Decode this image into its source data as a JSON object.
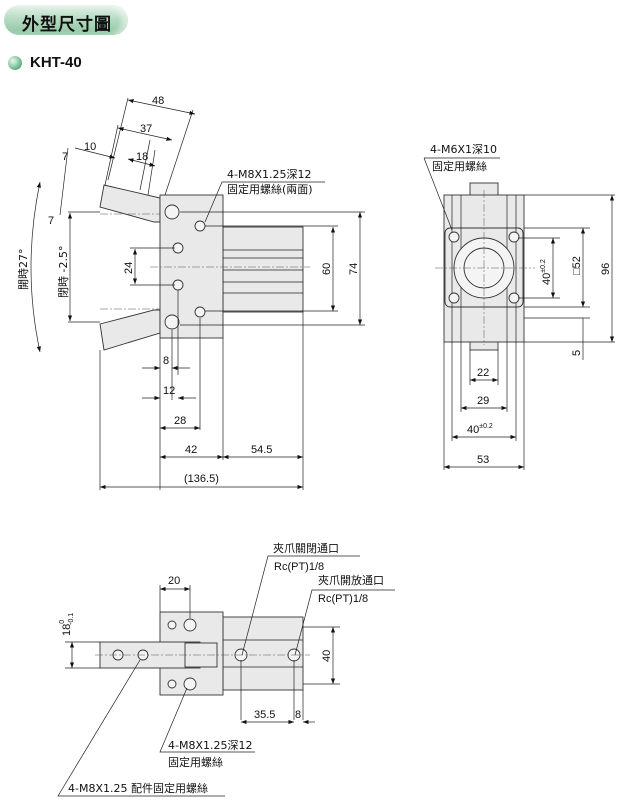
{
  "header": {
    "title": "外型尺寸圖"
  },
  "model": {
    "name": "KHT-40"
  },
  "front_view": {
    "dims": {
      "d48": "48",
      "d37": "37",
      "d10": "10",
      "d18": "18",
      "d7a": "7",
      "d7b": "7",
      "d24": "24",
      "d60": "60",
      "d74": "74",
      "d8": "8",
      "d12": "12",
      "d28": "28",
      "d42": "42",
      "d54_5": "54.5",
      "d136_5": "(136.5)"
    },
    "angle_open": "開時27°",
    "angle_close": "閉時 -2.5°",
    "callout_line1": "4-M8X1.25深12",
    "callout_line2": "固定用螺絲(兩面)"
  },
  "side_view": {
    "callout_line1": "4-M6X1深10",
    "callout_line2": "固定用螺絲",
    "dims": {
      "d96": "96",
      "d52": "□52",
      "d40v": "40",
      "d40v_tol": "±0.2",
      "d5": "5",
      "d22": "22",
      "d29": "29",
      "d40h": "40",
      "d40h_tol": "±0.2",
      "d53": "53"
    }
  },
  "bottom_view": {
    "port_close_label": "夾爪關閉通口",
    "port_close_spec": "Rc(PT)1/8",
    "port_open_label": "夾爪開放通口",
    "port_open_spec": "Rc(PT)1/8",
    "dims": {
      "d20": "20",
      "d18": "18",
      "d18_tol_upper": "0",
      "d18_tol_lower": "-0.1",
      "d40": "40",
      "d35_5": "35.5",
      "d8": "8"
    },
    "callout_mount_line1": "4-M8X1.25深12",
    "callout_mount_line2": "固定用螺絲",
    "callout_attach": "4-M8X1.25 配件固定用螺絲"
  },
  "colors": {
    "header_green": "#8cc4a0",
    "part_fill": "#e9e9e9"
  }
}
